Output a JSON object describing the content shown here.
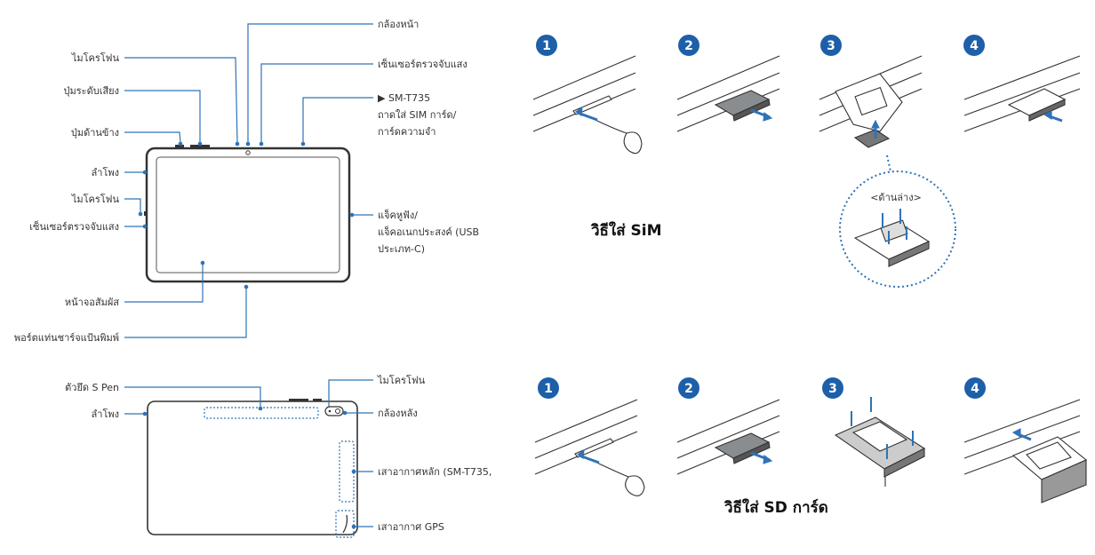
{
  "front": {
    "left_labels": [
      "ไมโครโฟน",
      "ปุ่มระดับเสียง",
      "ปุ่มด้านข้าง",
      "ลำโพง",
      "ไมโครโฟน",
      "เซ็นเซอร์ตรวจจับแสง",
      "หน้าจอสัมผัส",
      "พอร์ตแท่นชาร์จแป้นพิมพ์"
    ],
    "top_labels": [
      "กล้องหน้า",
      "เซ็นเซอร์ตรวจจับแสง"
    ],
    "sim_tray_lines": [
      "▶ SM-T735",
      "ถาดใส่ SIM การ์ด/",
      "การ์ดความจำ"
    ],
    "jack_lines": [
      "แจ็คหูฟัง/",
      "แจ็คอเนกประสงค์ (USB",
      "ประเภท-C)"
    ]
  },
  "back": {
    "left_labels": [
      "ตัวยึด S Pen",
      "ลำโพง"
    ],
    "right_labels": [
      "ไมโครโฟน",
      "กล้องหลัง",
      "เสาอากาศหลัก (SM-T735,",
      "เสาอากาศ GPS"
    ]
  },
  "sim_section": {
    "title": "วิธีใส่ SiM",
    "steps": [
      "1",
      "2",
      "3",
      "4"
    ],
    "underside_label": "<ด้านล่าง>"
  },
  "sd_section": {
    "title": "วิธีใส่ SD การ์ด",
    "steps": [
      "1",
      "2",
      "3",
      "4"
    ]
  },
  "colors": {
    "accent": "#2e73b8",
    "device": "#333333",
    "step_badge": "#1d5fa8"
  }
}
